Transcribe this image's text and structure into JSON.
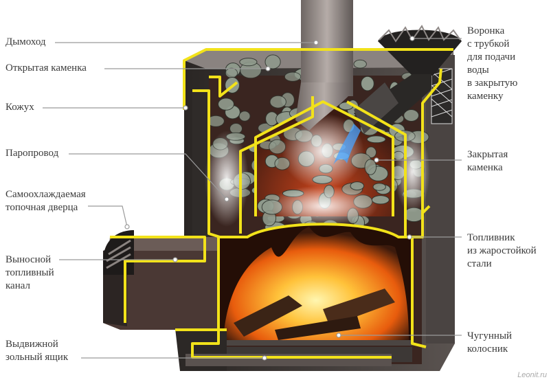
{
  "labels_left": [
    {
      "id": "chimney",
      "text": "Дымоход"
    },
    {
      "id": "open-heater",
      "text": "Открытая каменка"
    },
    {
      "id": "casing",
      "text": "Кожух"
    },
    {
      "id": "steam-duct",
      "text": "Паропровод"
    },
    {
      "id": "self-cooling-door",
      "text": "Самоохлаждаемая\nтопочная дверца"
    },
    {
      "id": "remote-fuel-channel",
      "text": "Выносной\nтопливный\nканал"
    },
    {
      "id": "ash-drawer",
      "text": "Выдвижной\nзольный ящик"
    }
  ],
  "labels_right": [
    {
      "id": "funnel",
      "text": "Воронка\nс трубкой\nдля подачи\nводы\nв закрытую\nкаменку"
    },
    {
      "id": "closed-heater",
      "text": "Закрытая\nкаменка"
    },
    {
      "id": "firebox",
      "text": "Топливник\nиз жаростойкой\nстали"
    },
    {
      "id": "grate",
      "text": "Чугунный\nколосник"
    }
  ],
  "watermark": "Leonit.ru",
  "colors": {
    "outline": "#f2e21a",
    "metal": "#3a3533",
    "fire": "#ff9a1a",
    "stone": "#8f9a8c",
    "pointer": "#9a9a9a"
  }
}
